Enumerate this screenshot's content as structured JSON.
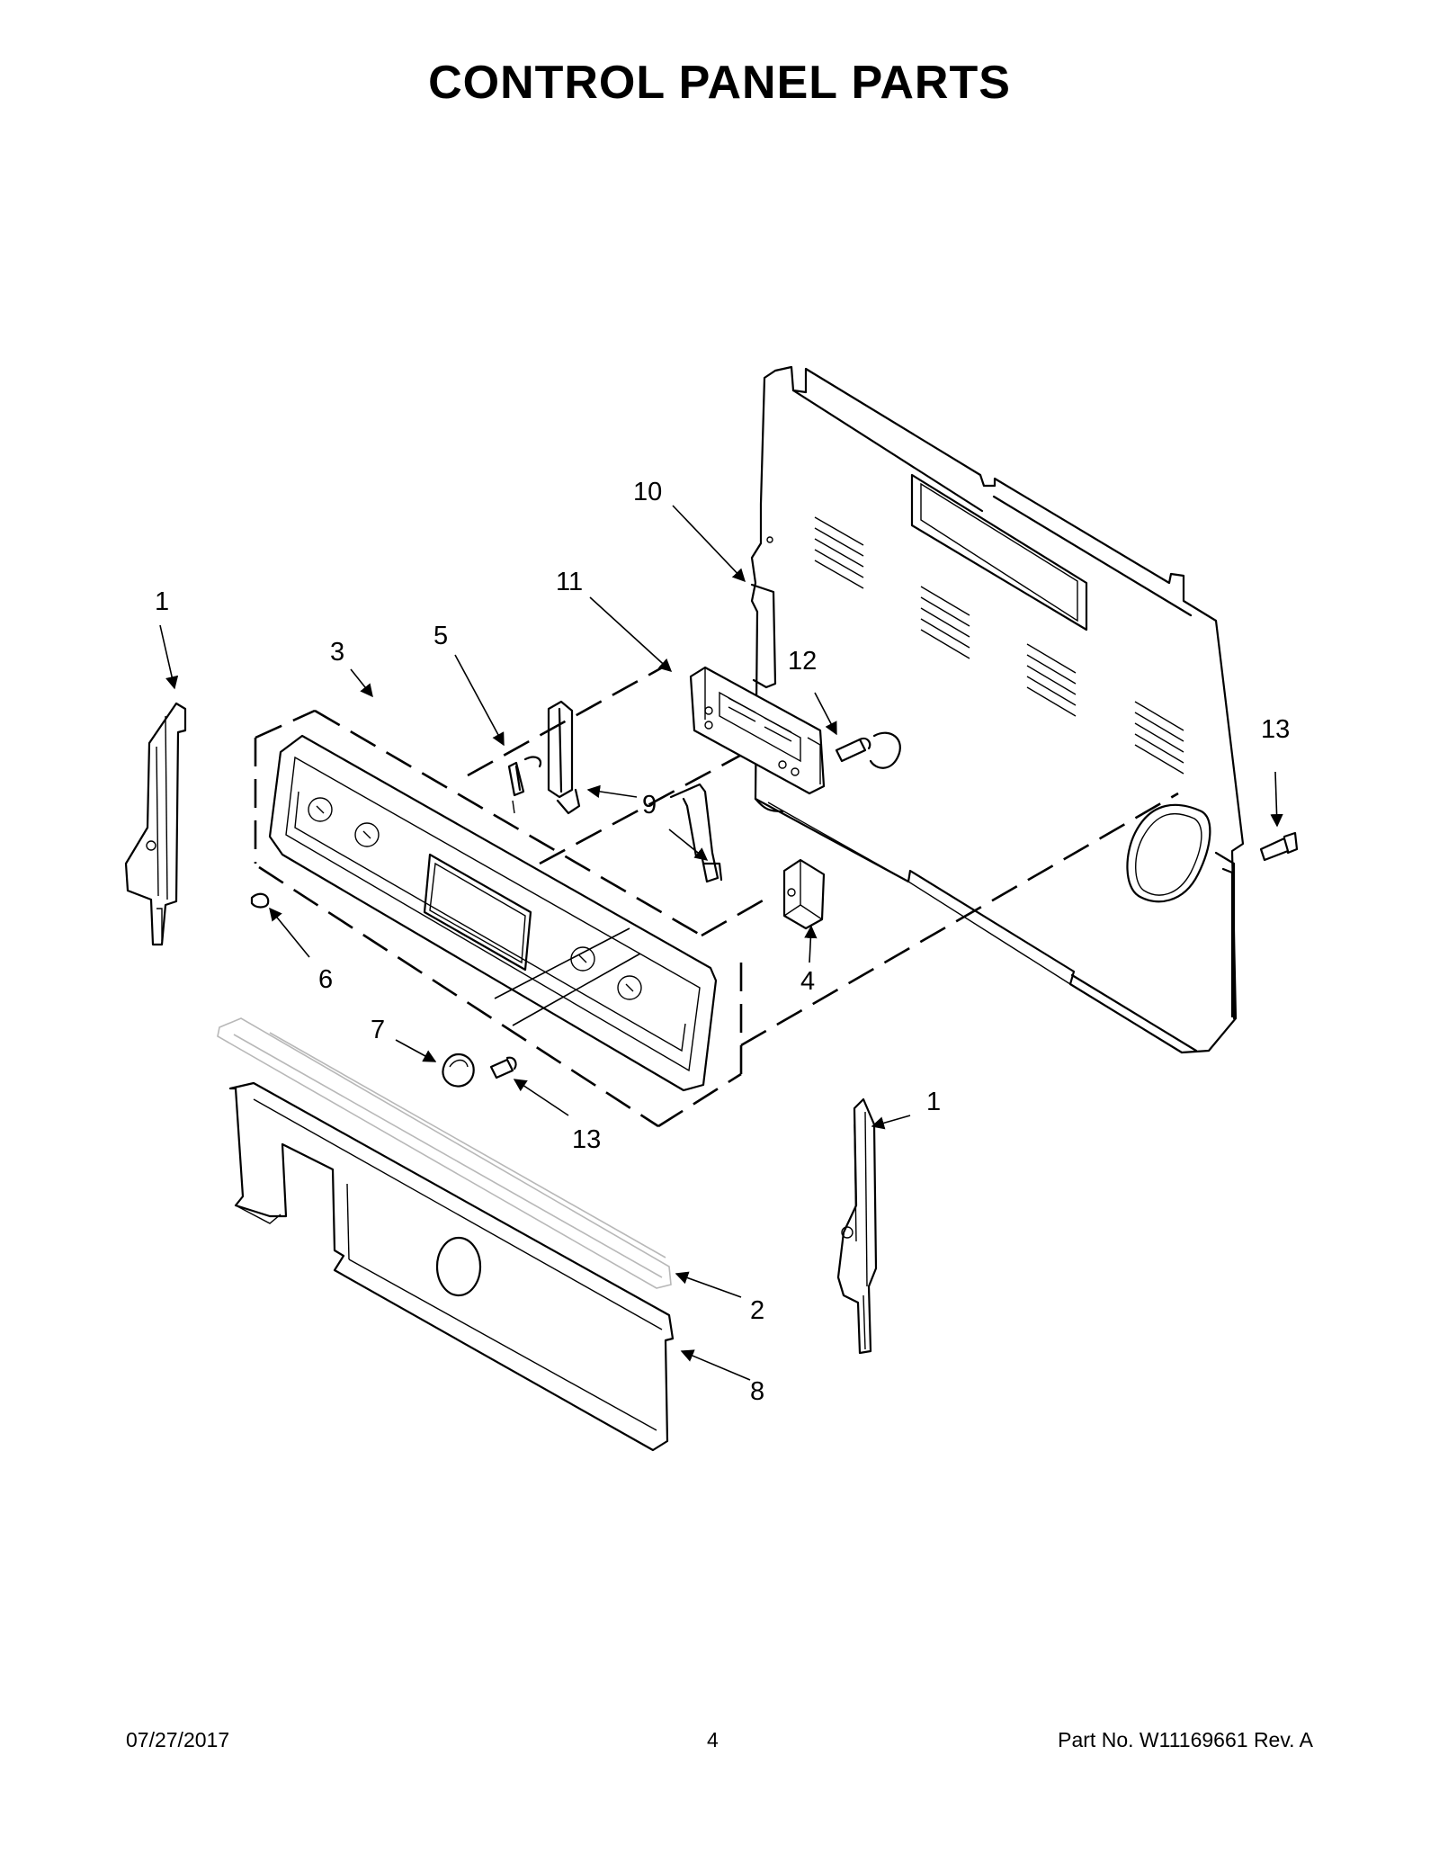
{
  "title": "CONTROL PANEL PARTS",
  "callouts": {
    "c1_left": "1",
    "c1_right": "1",
    "c2": "2",
    "c3": "3",
    "c4": "4",
    "c5": "5",
    "c6": "6",
    "c7": "7",
    "c8": "8",
    "c9": "9",
    "c10": "10",
    "c11": "11",
    "c12": "12",
    "c13_right": "13",
    "c13_bottom": "13"
  },
  "footer": {
    "date": "07/27/2017",
    "page": "4",
    "part_label": "Part No.",
    "part_number": "W11169661",
    "rev_label": "Rev.",
    "rev": "A"
  }
}
